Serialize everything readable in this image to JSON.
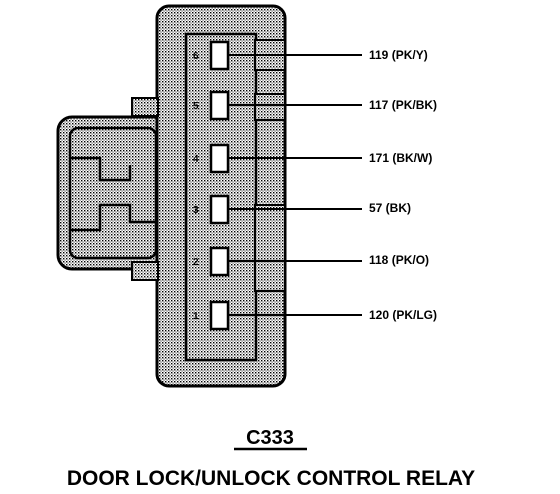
{
  "connector": {
    "id": "C333",
    "title": "DOOR LOCK/UNLOCK CONTROL RELAY",
    "pins": [
      {
        "pin": "6",
        "label": "119 (PK/Y)"
      },
      {
        "pin": "5",
        "label": "117 (PK/BK)"
      },
      {
        "pin": "4",
        "label": "171 (BK/W)"
      },
      {
        "pin": "3",
        "label": "57 (BK)"
      },
      {
        "pin": "2",
        "label": "118 (PK/O)"
      },
      {
        "pin": "1",
        "label": "120 (PK/LG)"
      }
    ]
  }
}
